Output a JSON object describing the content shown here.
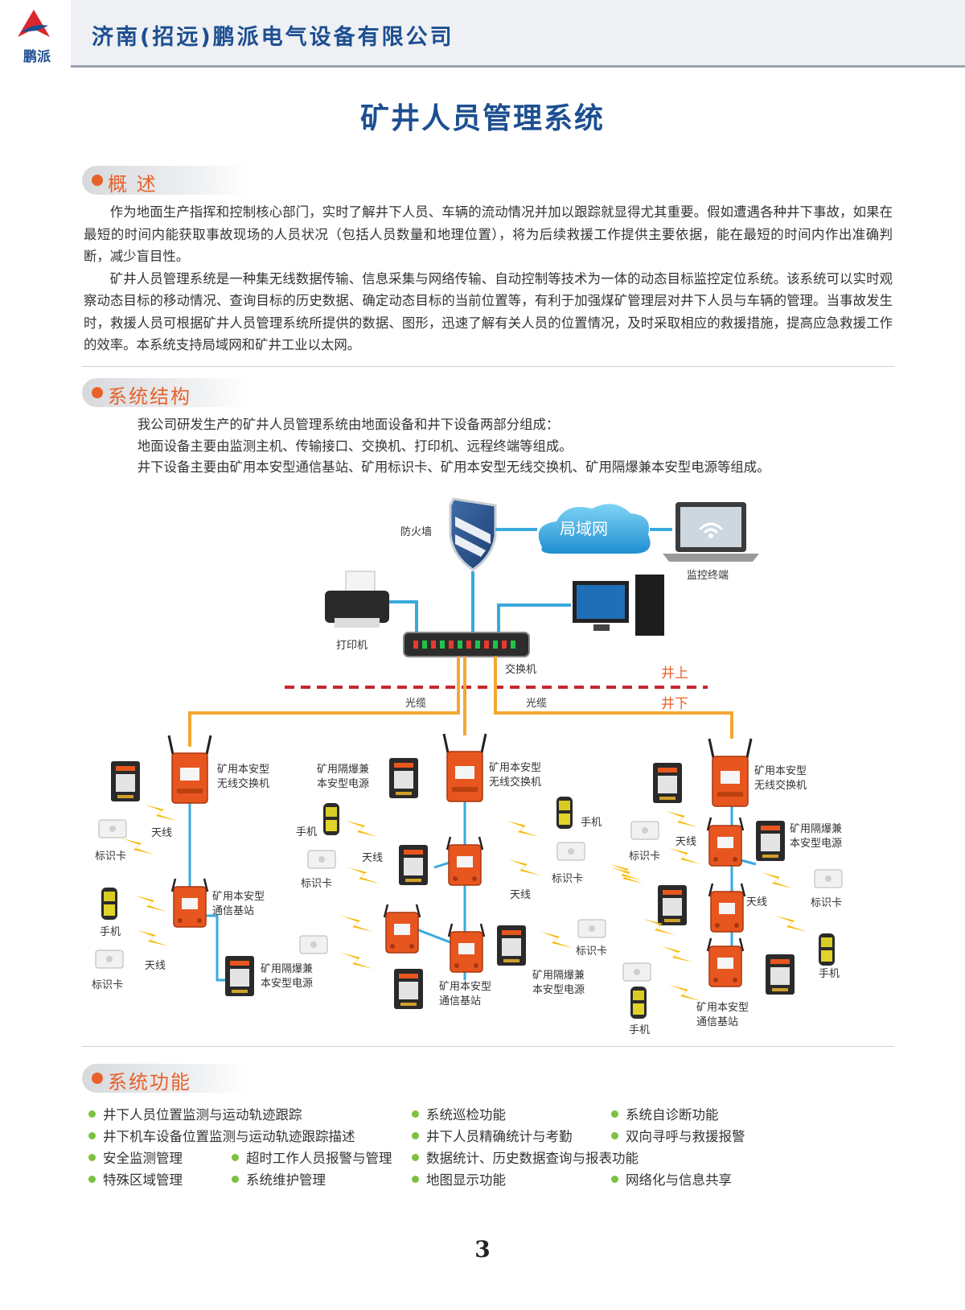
{
  "header": {
    "company": "济南(招远)鹏派电气设备有限公司",
    "logo_text": "鹏派"
  },
  "title": "矿井人员管理系统",
  "overview": {
    "heading": "概 述",
    "paragraphs": [
      "作为地面生产指挥和控制核心部门，实时了解井下人员、车辆的流动情况并加以跟踪就显得尤其重要。假如遭遇各种井下事故，如果在最短的时间内能获取事故现场的人员状况（包括人员数量和地理位置），将为后续救援工作提供主要依据，能在最短的时间内作出准确判断，减少盲目性。",
      "矿井人员管理系统是一种集无线数据传输、信息采集与网络传输、自动控制等技术为一体的动态目标监控定位系统。该系统可以实时观察动态目标的移动情况、查询目标的历史数据、确定动态目标的当前位置等，有利于加强煤矿管理层对井下人员与车辆的管理。当事故发生时，救援人员可根据矿井人员管理系统所提供的数据、图形，迅速了解有关人员的位置情况，及时采取相应的救援措施，提高应急救援工作的效率。本系统支持局域网和矿井工业以太网。"
    ]
  },
  "structure": {
    "heading": "系统结构",
    "lines": [
      "我公司研发生产的矿井人员管理系统由地面设备和井下设备两部分组成：",
      "地面设备主要由监测主机、传输接口、交换机、打印机、远程终端等组成。",
      "井下设备主要由矿用本安型通信基站、矿用标识卡、矿用本安型无线交换机、矿用隔爆兼本安型电源等组成。"
    ]
  },
  "diagram": {
    "firewall": "防火墙",
    "lan": "局域网",
    "monitor_terminal": "监控终端",
    "printer": "打印机",
    "switch": "交换机",
    "above_ground": "井上",
    "below_ground": "井下",
    "fiber_left": "光缆",
    "fiber_right": "光缆",
    "wireless_switch": [
      "矿用本安型",
      "无线交换机"
    ],
    "comm_base_station": [
      "矿用本安型",
      "通信基站"
    ],
    "power_supply": [
      "矿用隔爆兼",
      "本安型电源"
    ],
    "antenna": "天线",
    "id_card": "标识卡",
    "phone": "手机",
    "colors": {
      "wire_orange": "#f2a832",
      "wire_blue": "#39a9dd",
      "device_orange": "#e8561f",
      "dash_red": "#c8262d",
      "label_orange": "#e8612a"
    }
  },
  "functions": {
    "heading": "系统功能",
    "items": [
      "井下人员位置监测与运动轨迹跟踪",
      "系统巡检功能",
      "系统自诊断功能",
      "井下机车设备位置监测与运动轨迹跟踪描述",
      "井下人员精确统计与考勤",
      "双向寻呼与救援报警",
      "安全监测管理",
      "超时工作人员报警与管理",
      "数据统计、历史数据查询与报表功能",
      "特殊区域管理",
      "系统维护管理",
      "地图显示功能",
      "网络化与信息共享"
    ]
  },
  "page_number": "3"
}
